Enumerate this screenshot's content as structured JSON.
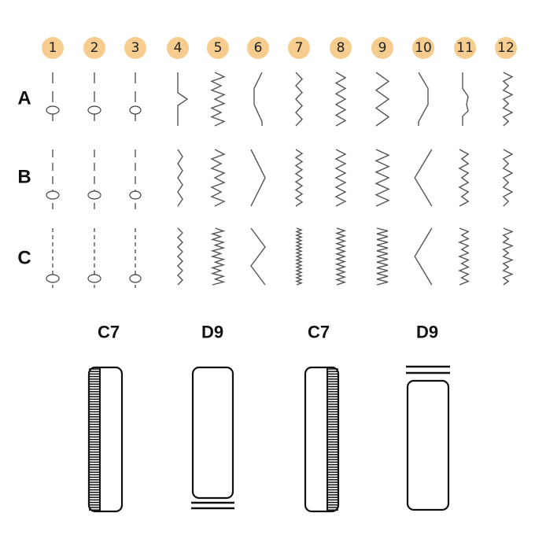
{
  "columns": [
    "1",
    "2",
    "3",
    "4",
    "5",
    "6",
    "7",
    "8",
    "9",
    "10",
    "11",
    "12"
  ],
  "rows": [
    "A",
    "B",
    "C"
  ],
  "foot_labels": [
    "C7",
    "D9",
    "C7",
    "D9"
  ],
  "colors": {
    "badge": "#f6cd8e",
    "stitch": "#555555",
    "foot": "#111111"
  }
}
